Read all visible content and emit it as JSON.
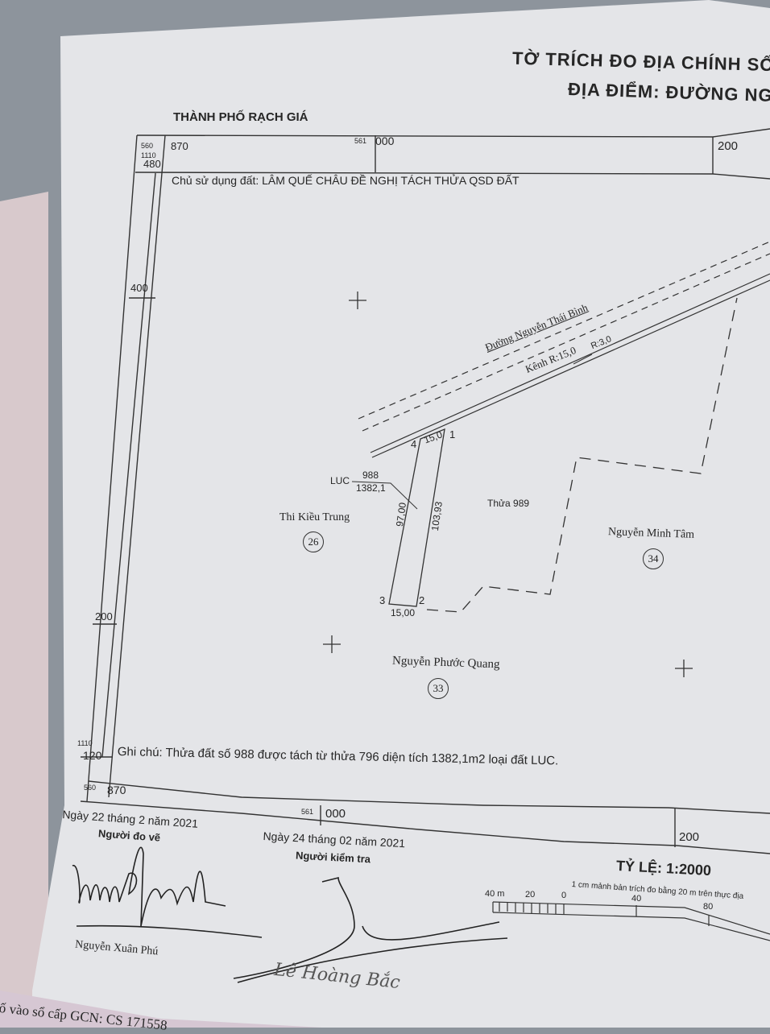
{
  "header": {
    "title": "TỜ TRÍCH ĐO ĐỊA CHÍNH SỐ:",
    "location": "ĐỊA ĐIỂM: ĐƯỜNG NG",
    "city": "THÀNH PHỐ RẠCH GIÁ"
  },
  "frame": {
    "top_left_small": "560",
    "top_left_small2": "1110",
    "top_left_x": "870",
    "top_left_y": "480",
    "top_mid_small": "561",
    "top_mid": "000",
    "top_right": "200",
    "left_400": "400",
    "left_200": "200",
    "bottom_left_small": "1110",
    "bottom_left_y": "120",
    "bottom_left_small2": "560",
    "bottom_left_x": "870",
    "bottom_mid_small": "561",
    "bottom_mid": "000",
    "bottom_right": "200"
  },
  "owner_line": "Chủ sử dụng đất: LÂM QUẾ CHÂU ĐỀ NGHỊ TÁCH THỬA QSD ĐẤT",
  "map": {
    "road": "Đường Nguyễn Thái Bình",
    "canal": "Kênh R:15,0",
    "canal_r": "R:3,0",
    "parcel_type": "LUC",
    "parcel_no": "988",
    "parcel_area": "1382,1",
    "edge_top": "15,0",
    "edge_bottom": "15,00",
    "edge_left": "97,00",
    "edge_right": "103,93",
    "vertices": [
      "1",
      "2",
      "3",
      "4"
    ],
    "neighbor_parcel": "Thửa 989",
    "neighbors": [
      {
        "name": "Thi Kiều Trung",
        "no": "26"
      },
      {
        "name": "Nguyễn Minh Tâm",
        "no": "34"
      },
      {
        "name": "Nguyễn Phước Quang",
        "no": "33"
      }
    ]
  },
  "note": "Ghi chú: Thửa đất số 988 được tách từ thửa 796 diện tích 1382,1m2 loại đất LUC.",
  "signatures": {
    "surveyor_date": "Ngày 22 tháng 2 năm 2021",
    "surveyor_role": "Người đo vẽ",
    "surveyor_name": "Nguyễn Xuân Phú",
    "checker_date": "Ngày 24 tháng 02 năm 2021",
    "checker_role": "Người kiểm tra",
    "checker_name": "Lê Hoàng Bắc"
  },
  "scale": {
    "label": "TỶ LỆ: 1:2000",
    "note": "1 cm mảnh bản trích đo bằng 20 m trên thực địa",
    "ticks": [
      "40 m",
      "20",
      "0",
      "40",
      "80"
    ]
  },
  "footer": "ố vào sổ cấp GCN: CS 171558"
}
